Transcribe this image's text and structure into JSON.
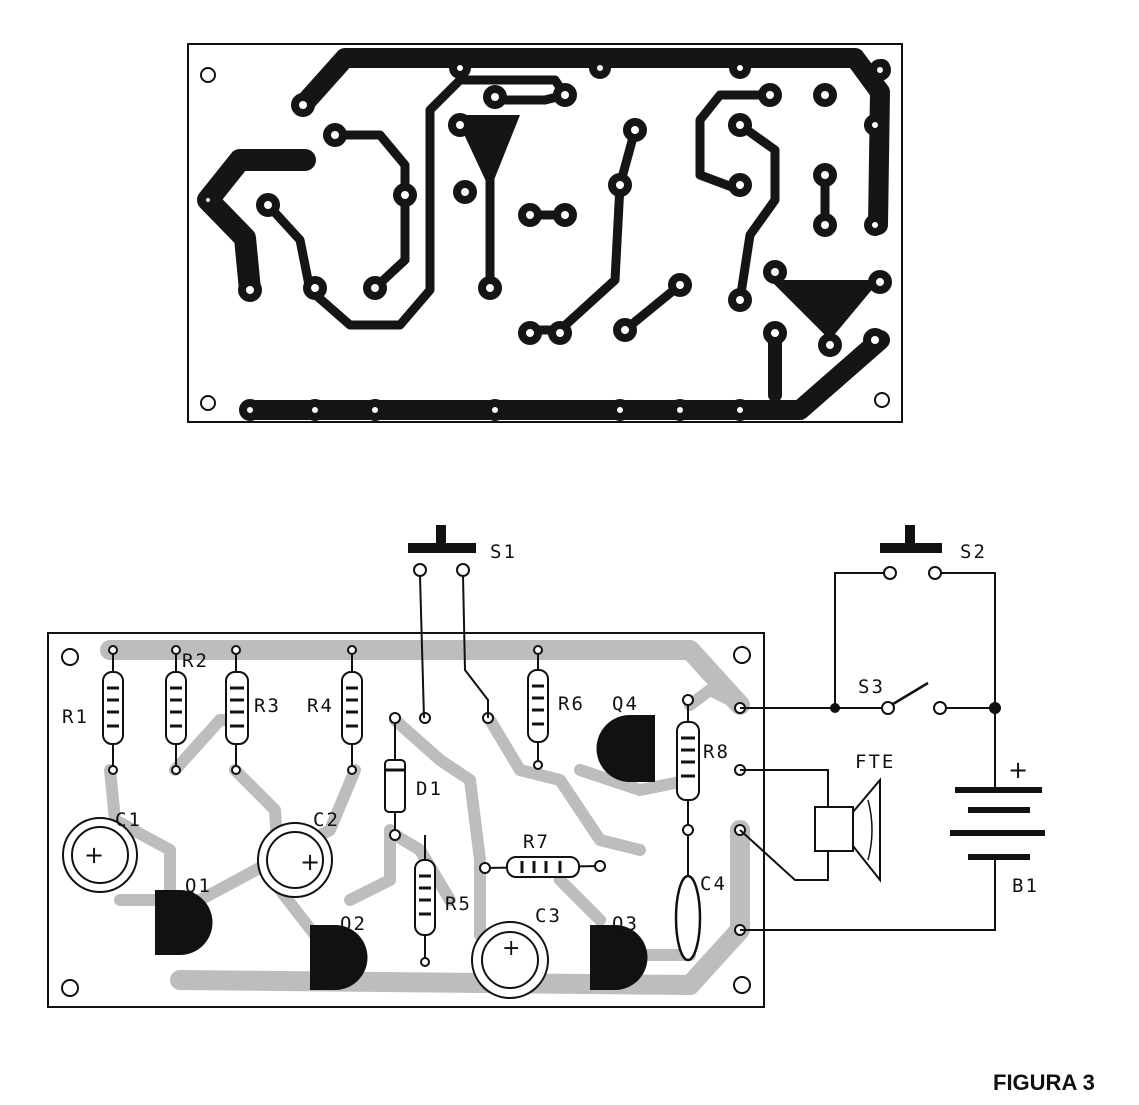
{
  "figure_label": "FIGURA 3",
  "components": {
    "R1": "R1",
    "R2": "R2",
    "R3": "R3",
    "R4": "R4",
    "R5": "R5",
    "R6": "R6",
    "R7": "R7",
    "R8": "R8",
    "C1": "C1",
    "C2": "C2",
    "C3": "C3",
    "C4": "C4",
    "Q1": "Q1",
    "Q2": "Q2",
    "Q3": "Q3",
    "Q4": "Q4",
    "D1": "D1",
    "S1": "S1",
    "S2": "S2",
    "S3": "S3",
    "FTE": "FTE",
    "B1": "B1"
  },
  "polarity": {
    "battery_plus": "+",
    "cap_plus": "+"
  }
}
